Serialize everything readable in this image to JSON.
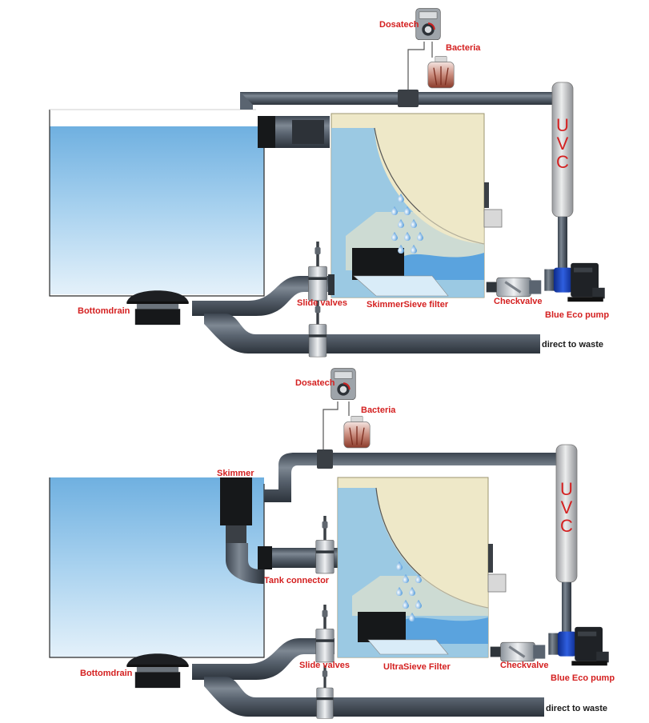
{
  "colors": {
    "label_red": "#d42020",
    "water_blue": "#8cc3e8",
    "pipe_gray": "#5a6470",
    "filter_cream": "#eee8c8",
    "uvc_silver": "#c8cacd"
  },
  "top": {
    "dosatech": "Dosatech",
    "bacteria": "Bacteria",
    "uvc": [
      "U",
      "V",
      "C"
    ],
    "bottomdrain": "Bottomdrain",
    "slide_valves": "Slide valves",
    "filter": "SkimmerSieve filter",
    "checkvalve": "Checkvalve",
    "pump": "Blue Eco pump",
    "waste": "direct to waste"
  },
  "bottom": {
    "dosatech": "Dosatech",
    "bacteria": "Bacteria",
    "uvc": [
      "U",
      "V",
      "C"
    ],
    "skimmer": "Skimmer",
    "tank_connector": "Tank connector",
    "bottomdrain": "Bottomdrain",
    "slide_valves": "Slide valves",
    "filter": "UltraSieve Filter",
    "checkvalve": "Checkvalve",
    "pump": "Blue Eco pump",
    "waste": "direct to waste"
  }
}
